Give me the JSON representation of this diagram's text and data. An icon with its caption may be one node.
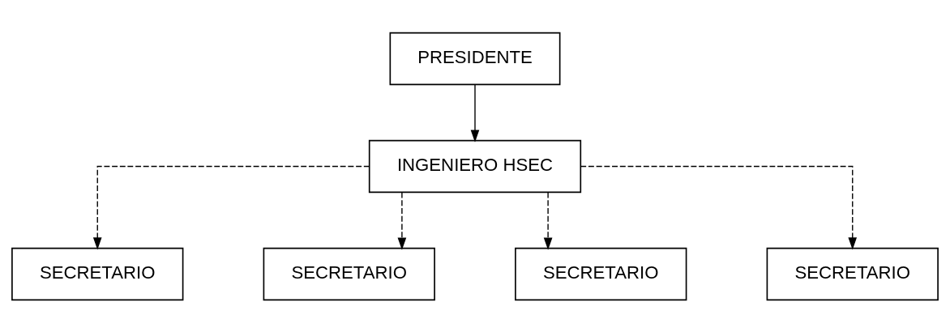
{
  "diagram": {
    "nodes": [
      {
        "text": [
          "PRESIDENTE"
        ]
      },
      {
        "text": [
          "INGENIERO HSEC"
        ]
      },
      {
        "text": [
          "SECRETARIO"
        ]
      },
      {
        "text": [
          "SECRETARIO"
        ]
      },
      {
        "text": [
          "SECRETARIO"
        ]
      },
      {
        "text": [
          "SECRETARIO"
        ]
      }
    ],
    "edges": [
      {
        "from": 0,
        "to": 1,
        "arrow": "to"
      },
      {
        "from": 1,
        "to": 2,
        "arrow": "to",
        "style": "dashed"
      },
      {
        "from": 1,
        "to": 3,
        "arrow": "to",
        "style": "dashed"
      },
      {
        "from": 1,
        "to": 4,
        "arrow": "to",
        "style": "dashed"
      },
      {
        "from": 1,
        "to": 5,
        "arrow": "to",
        "style": "dashed"
      }
    ]
  }
}
